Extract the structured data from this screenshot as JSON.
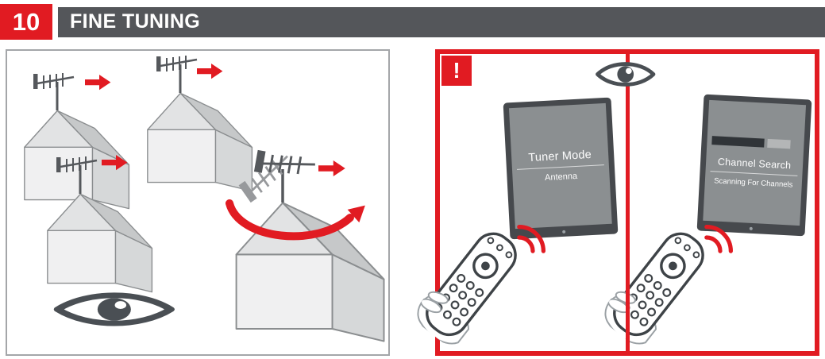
{
  "header": {
    "step_number": "10",
    "title": "FINE TUNING"
  },
  "colors": {
    "accent_red": "#e11b22",
    "title_bar_gray": "#54565a",
    "illustration_gray": "#4a4f54",
    "tv_screen_gray": "#8b8f91",
    "panel_border_gray": "#a4a6a9"
  },
  "left_panel": {
    "icons": {
      "eye": "eye-icon",
      "direction_arrows": "red-right-arrow-icon",
      "rotation_arrow": "red-curved-rotation-arrow-icon",
      "illustration": "rooftop-antenna-houses-illustration"
    }
  },
  "right_panel": {
    "warning_label": "!",
    "icons": {
      "eye": "eye-icon",
      "remote": "remote-control-icon",
      "signal_waves": "ir-signal-waves-icon"
    },
    "screens": [
      {
        "title": "Tuner Mode",
        "subtitle": "Antenna"
      },
      {
        "title": "Channel Search",
        "subtitle": "Scanning For Channels"
      }
    ]
  }
}
